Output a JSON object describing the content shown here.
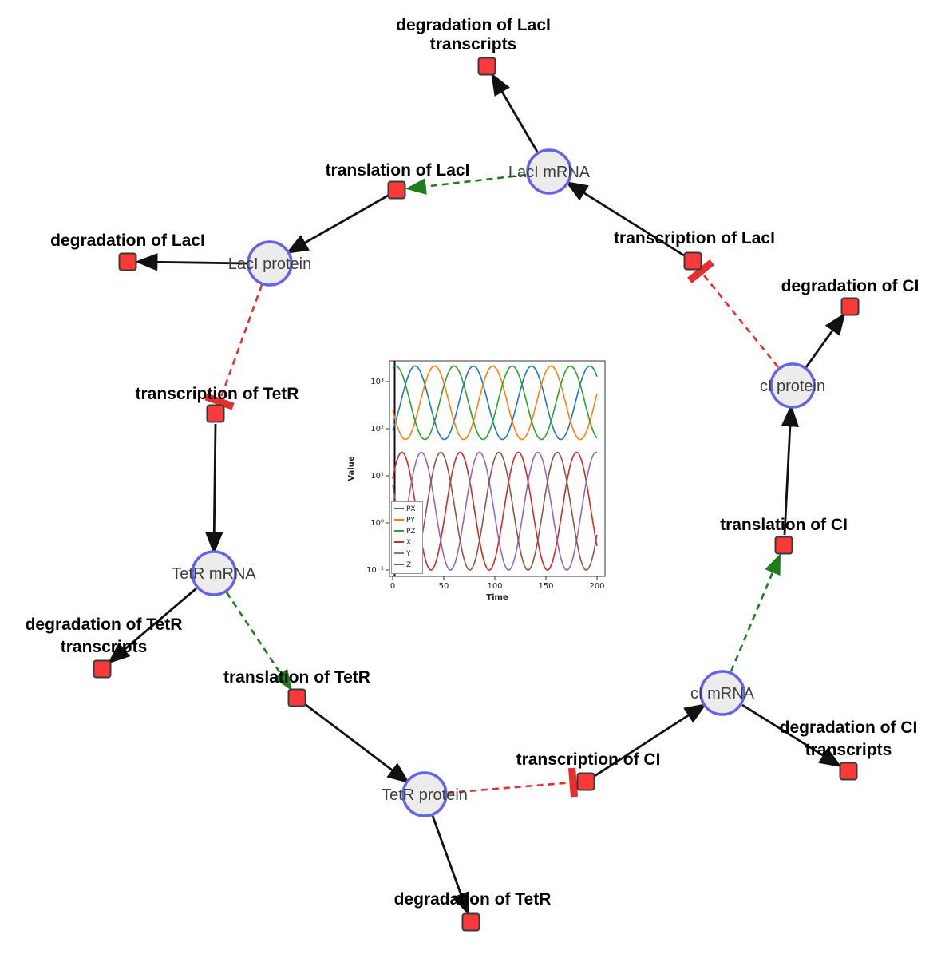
{
  "diagram": {
    "species": [
      {
        "id": "laci-mrna",
        "label": "LacI mRNA"
      },
      {
        "id": "laci-protein",
        "label": "LacI protein"
      },
      {
        "id": "tetr-mrna",
        "label": "TetR mRNA"
      },
      {
        "id": "tetr-protein",
        "label": "TetR protein"
      },
      {
        "id": "ci-mrna",
        "label": "cI mRNA"
      },
      {
        "id": "ci-protein",
        "label": "cI protein"
      }
    ],
    "reactions": [
      {
        "id": "degradation-laci-transcripts",
        "label_lines": [
          "degradation of LacI",
          "transcripts"
        ]
      },
      {
        "id": "translation-laci",
        "label_lines": [
          "translation of LacI"
        ]
      },
      {
        "id": "transcription-laci",
        "label_lines": [
          "transcription of LacI"
        ]
      },
      {
        "id": "degradation-laci",
        "label_lines": [
          "degradation of LacI"
        ]
      },
      {
        "id": "degradation-ci",
        "label_lines": [
          "degradation of CI"
        ]
      },
      {
        "id": "transcription-tetr",
        "label_lines": [
          "transcription of TetR"
        ]
      },
      {
        "id": "translation-ci",
        "label_lines": [
          "translation of CI"
        ]
      },
      {
        "id": "degradation-tetr-transcripts",
        "label_lines": [
          "degradation of TetR",
          "transcripts"
        ]
      },
      {
        "id": "translation-tetr",
        "label_lines": [
          "translation of TetR"
        ]
      },
      {
        "id": "transcription-ci",
        "label_lines": [
          "transcription of CI"
        ]
      },
      {
        "id": "degradation-ci-transcripts",
        "label_lines": [
          "degradation of CI",
          "transcripts"
        ]
      },
      {
        "id": "degradation-tetr",
        "label_lines": [
          "degradation of TetR"
        ]
      }
    ],
    "edge_types": {
      "reaction": "solid black arrow",
      "catalysis": "dashed green arrow",
      "inhibition": "dashed red tee"
    },
    "colors": {
      "species_fill": "#ececec",
      "species_stroke": "#6464e8",
      "reaction_fill": "#fa3a3a",
      "reaction_stroke": "#3a3a3a",
      "catalysis": "#1e7d1e",
      "inhibition": "#e62e2e"
    }
  },
  "chart_data": {
    "type": "line",
    "title": "",
    "xlabel": "Time",
    "ylabel": "Value",
    "x_range": [
      0,
      200
    ],
    "x_ticks": [
      0,
      50,
      100,
      150,
      200
    ],
    "y_scale": "log",
    "y_ticks": [
      "10⁻¹",
      "10⁰",
      "10¹",
      "10²",
      "10³"
    ],
    "y_range": [
      0.1,
      2000
    ],
    "grid": false,
    "legend_position": "lower left",
    "series": [
      {
        "name": "PX",
        "color": "#1f77b4",
        "waveform": "log10-sinusoid",
        "log10_mean": 2.55,
        "log10_amplitude": 0.78,
        "period": 57,
        "peak_time": 22,
        "approx_min": 60,
        "approx_max": 2100
      },
      {
        "name": "PY",
        "color": "#ff7f0e",
        "waveform": "log10-sinusoid",
        "log10_mean": 2.55,
        "log10_amplitude": 0.78,
        "period": 57,
        "peak_time": 41,
        "approx_min": 60,
        "approx_max": 2100
      },
      {
        "name": "PZ",
        "color": "#2ca02c",
        "waveform": "log10-sinusoid",
        "log10_mean": 2.55,
        "log10_amplitude": 0.78,
        "period": 57,
        "peak_time": 60,
        "approx_min": 60,
        "approx_max": 2100
      },
      {
        "name": "X",
        "color": "#d62728",
        "waveform": "log10-sinusoid",
        "log10_mean": 0.25,
        "log10_amplitude": 1.25,
        "period": 57,
        "peak_time": 9,
        "approx_min": 0.1,
        "approx_max": 30
      },
      {
        "name": "Y",
        "color": "#9467bd",
        "waveform": "log10-sinusoid",
        "log10_mean": 0.25,
        "log10_amplitude": 1.25,
        "period": 57,
        "peak_time": 28,
        "approx_min": 0.1,
        "approx_max": 30
      },
      {
        "name": "Z",
        "color": "#8c564b",
        "waveform": "log10-sinusoid",
        "log10_mean": 0.25,
        "log10_amplitude": 1.25,
        "period": 57,
        "peak_time": 47,
        "approx_min": 0.1,
        "approx_max": 30
      }
    ]
  }
}
